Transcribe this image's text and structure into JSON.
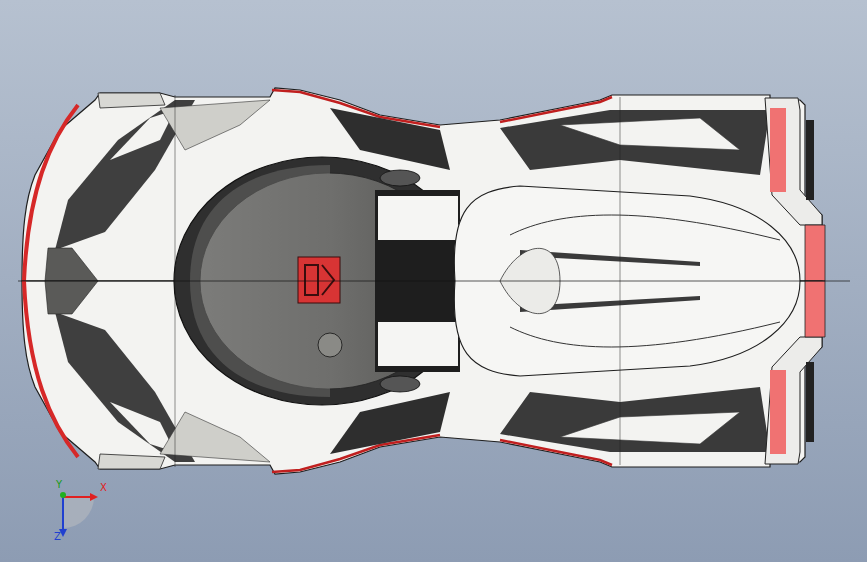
{
  "diagram": {
    "labels": [
      "X",
      "Y",
      "Z"
    ]
  }
}
